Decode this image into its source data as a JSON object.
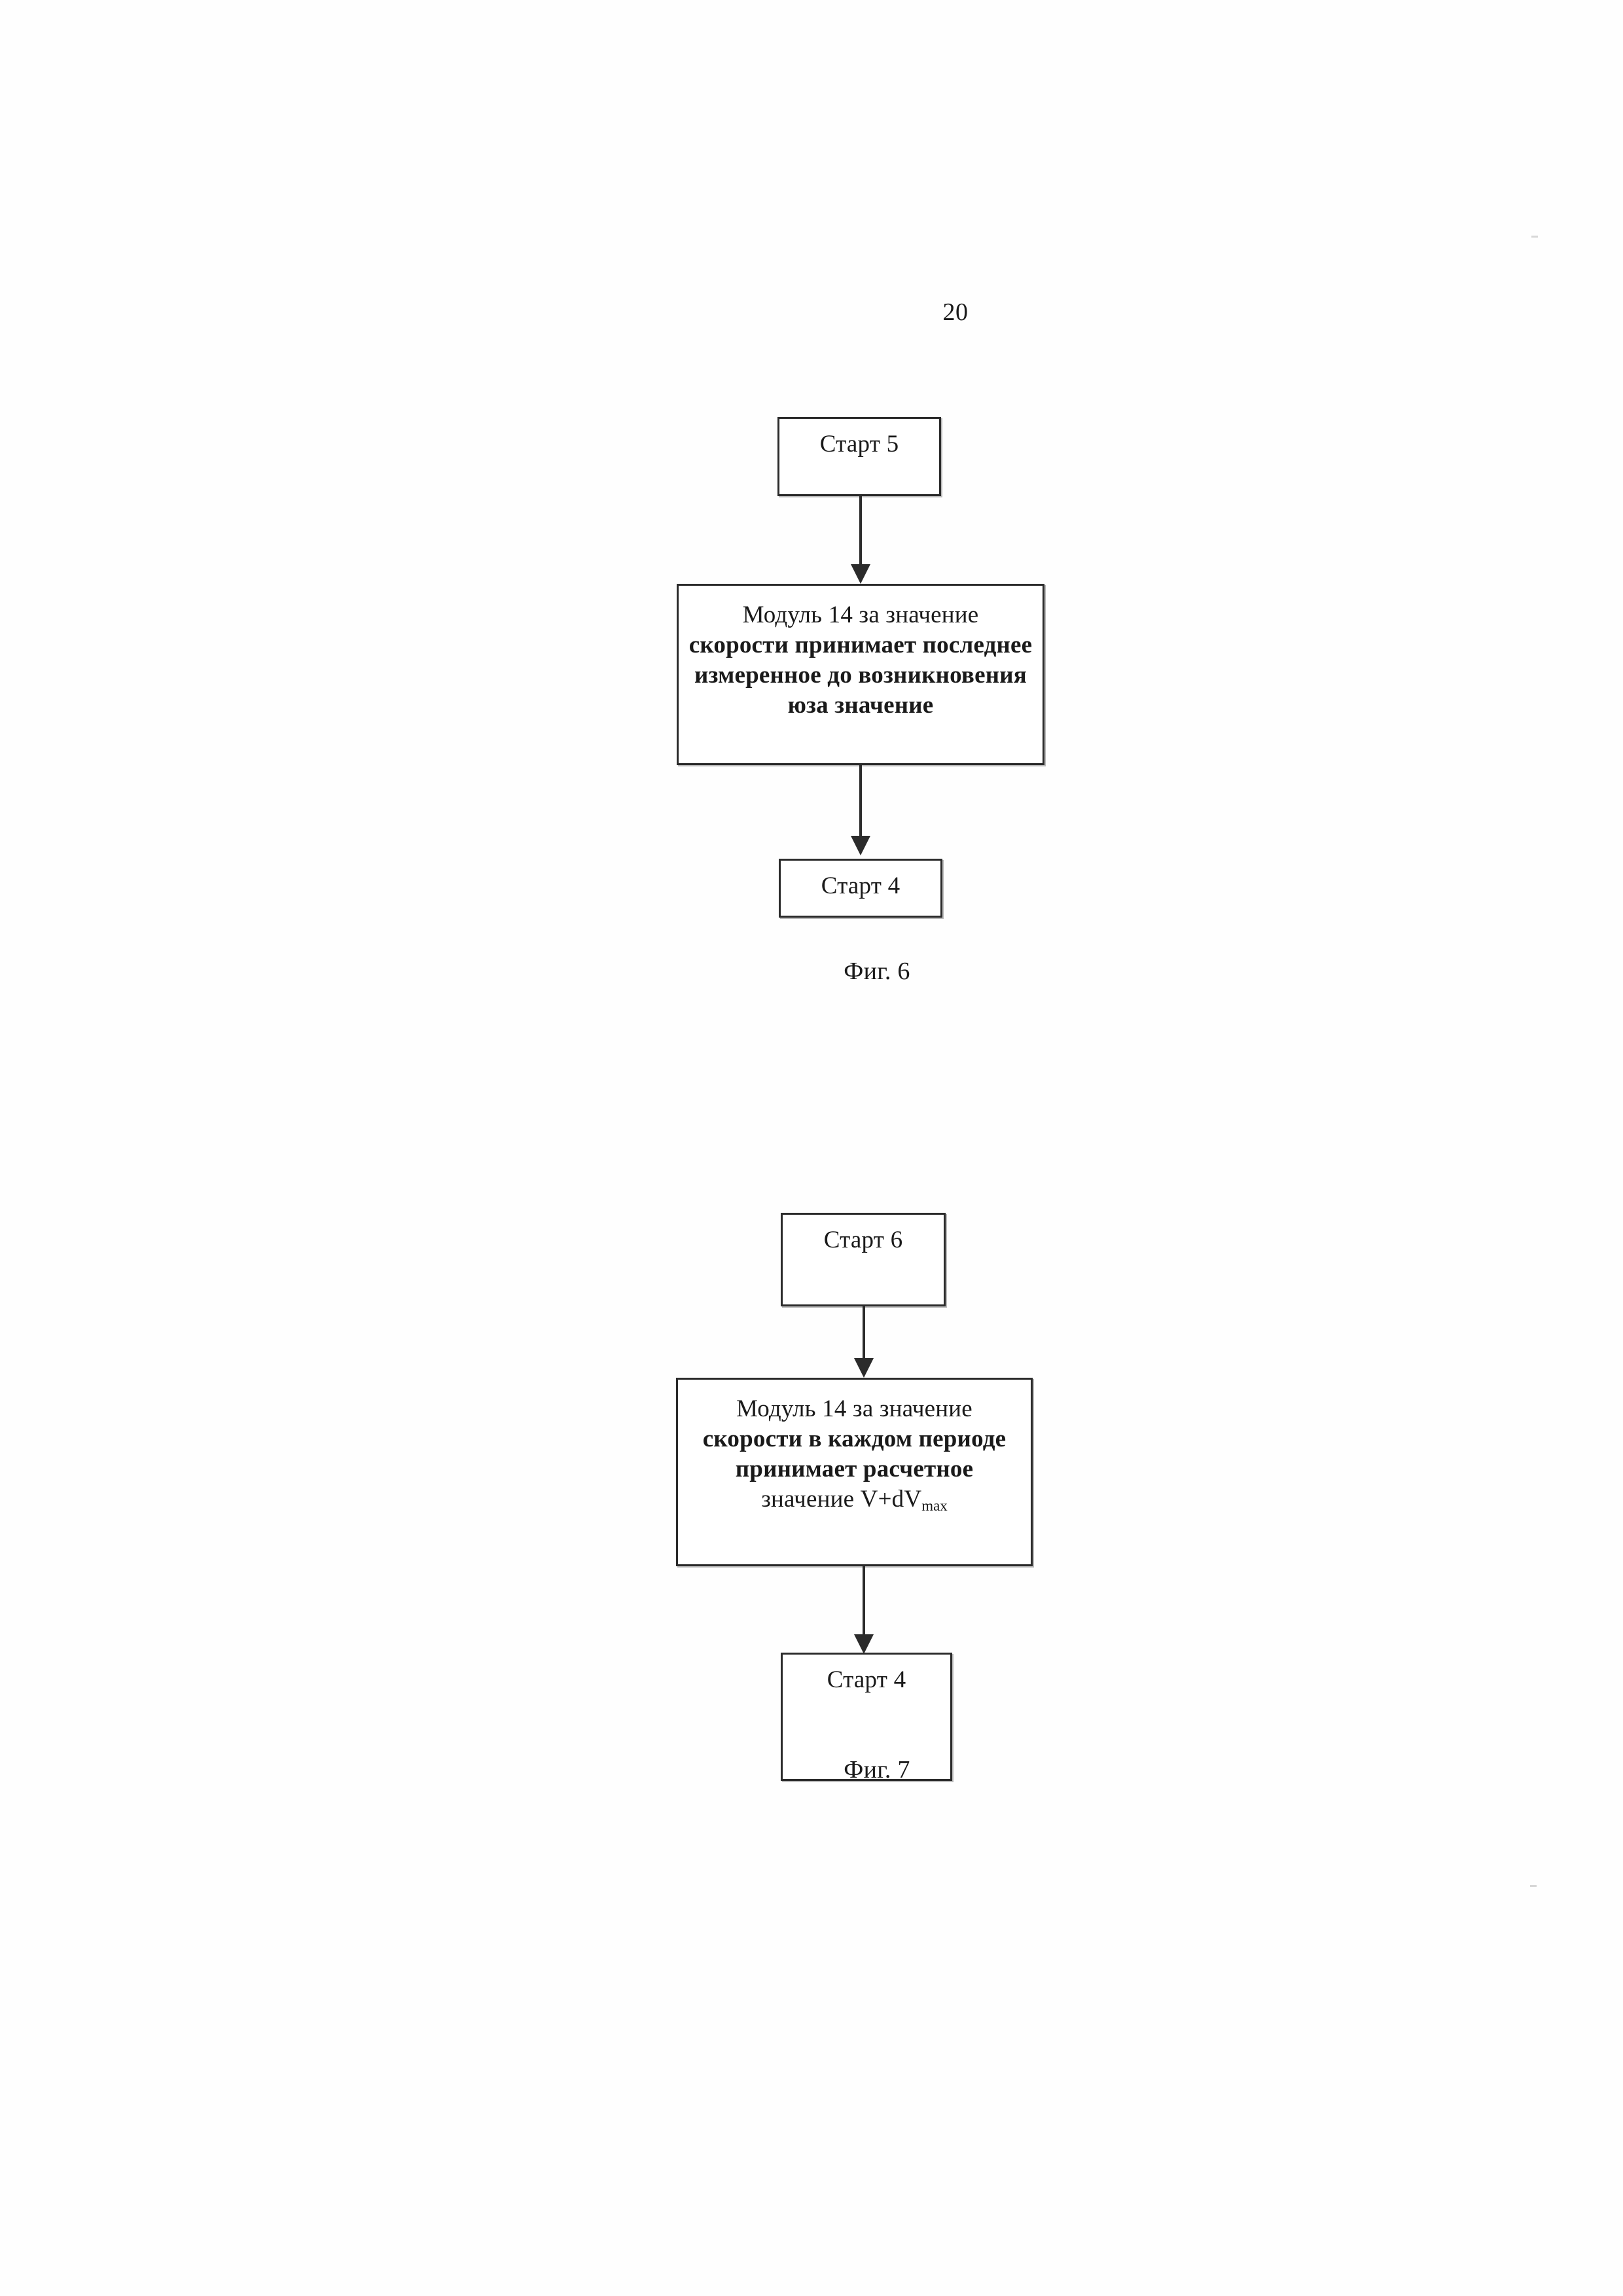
{
  "page": {
    "number": "20"
  },
  "figures": [
    {
      "id": "fig-6",
      "caption": "Фиг. 6",
      "nodes": [
        {
          "name": "start-5",
          "kind": "terminal",
          "lines": [
            "Старт 5"
          ]
        },
        {
          "name": "module-14-last-measured",
          "kind": "process",
          "lines": [
            "Модуль 14  за значение",
            "скорости принимает последнее",
            "измеренное до возникновения",
            "юза значение"
          ]
        },
        {
          "name": "start-4",
          "kind": "terminal",
          "lines": [
            "Старт 4"
          ]
        }
      ]
    },
    {
      "id": "fig-7",
      "caption": "Фиг. 7",
      "nodes": [
        {
          "name": "start-6",
          "kind": "terminal",
          "lines": [
            "Старт 6"
          ]
        },
        {
          "name": "module-14-computed-value",
          "kind": "process",
          "lines": [
            "Модуль 14  за значение",
            "скорости в каждом периоде",
            "принимает расчетное",
            "значение V+dVmax"
          ],
          "formula": {
            "base": "значение V+dV",
            "subscript": "max"
          }
        },
        {
          "name": "start-4",
          "kind": "terminal",
          "lines": [
            "Старт 4"
          ]
        }
      ]
    }
  ],
  "colors": {
    "ink": "#2b2b2b",
    "paper": "#ffffff"
  }
}
